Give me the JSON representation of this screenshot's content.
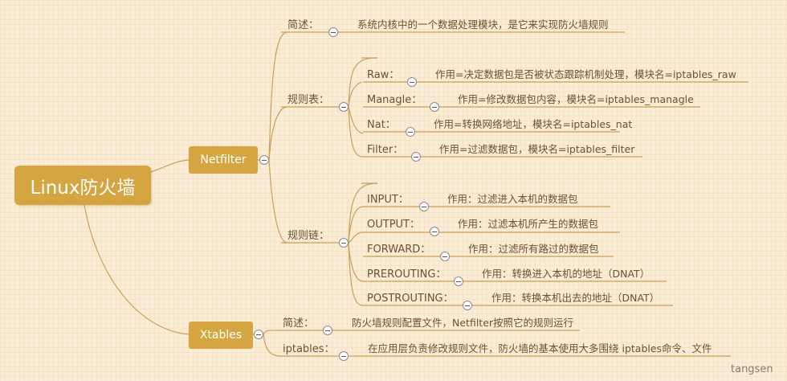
{
  "root": {
    "title": "Linux防火墙"
  },
  "netfilter": {
    "label": "Netfilter",
    "summary": {
      "label": "简述：",
      "text": "系统内核中的一个数据处理模块，是它来实现防火墙规则"
    },
    "tables": {
      "label": "规则表：",
      "items": [
        {
          "label": "Raw：",
          "text": "作用=决定数据包是否被状态跟踪机制处理，模块名=iptables_raw"
        },
        {
          "label": "Managle：",
          "text": "作用=修改数据包内容，模块名=iptables_managle"
        },
        {
          "label": "Nat：",
          "text": "作用=转换网络地址，模块名=iptables_nat"
        },
        {
          "label": "Filter：",
          "text": "作用=过滤数据包，模块名=iptables_filter"
        }
      ]
    },
    "chains": {
      "label": "规则链：",
      "items": [
        {
          "label": "INPUT：",
          "text": "作用：过滤进入本机的数据包"
        },
        {
          "label": "OUTPUT：",
          "text": "作用：过滤本机所产生的数据包"
        },
        {
          "label": "FORWARD：",
          "text": "作用：过滤所有路过的数据包"
        },
        {
          "label": "PREROUTING：",
          "text": "作用：转换进入本机的地址（DNAT）"
        },
        {
          "label": "POSTROUTING：",
          "text": "作用：转换本机出去的地址（DNAT）"
        }
      ]
    }
  },
  "xtables": {
    "label": "Xtables",
    "summary": {
      "label": "简述：",
      "text": "防火墙规则配置文件，Netfilter按照它的规则运行"
    },
    "iptables": {
      "label": "iptables：",
      "text": "在应用层负责修改规则文件，防火墙的基本使用大多围绕 iptables命令、文件"
    }
  },
  "watermark": "tangsen",
  "colors": {
    "node_fill": "#d4a540",
    "line": "#c9a055",
    "background": "#fbecd6"
  }
}
